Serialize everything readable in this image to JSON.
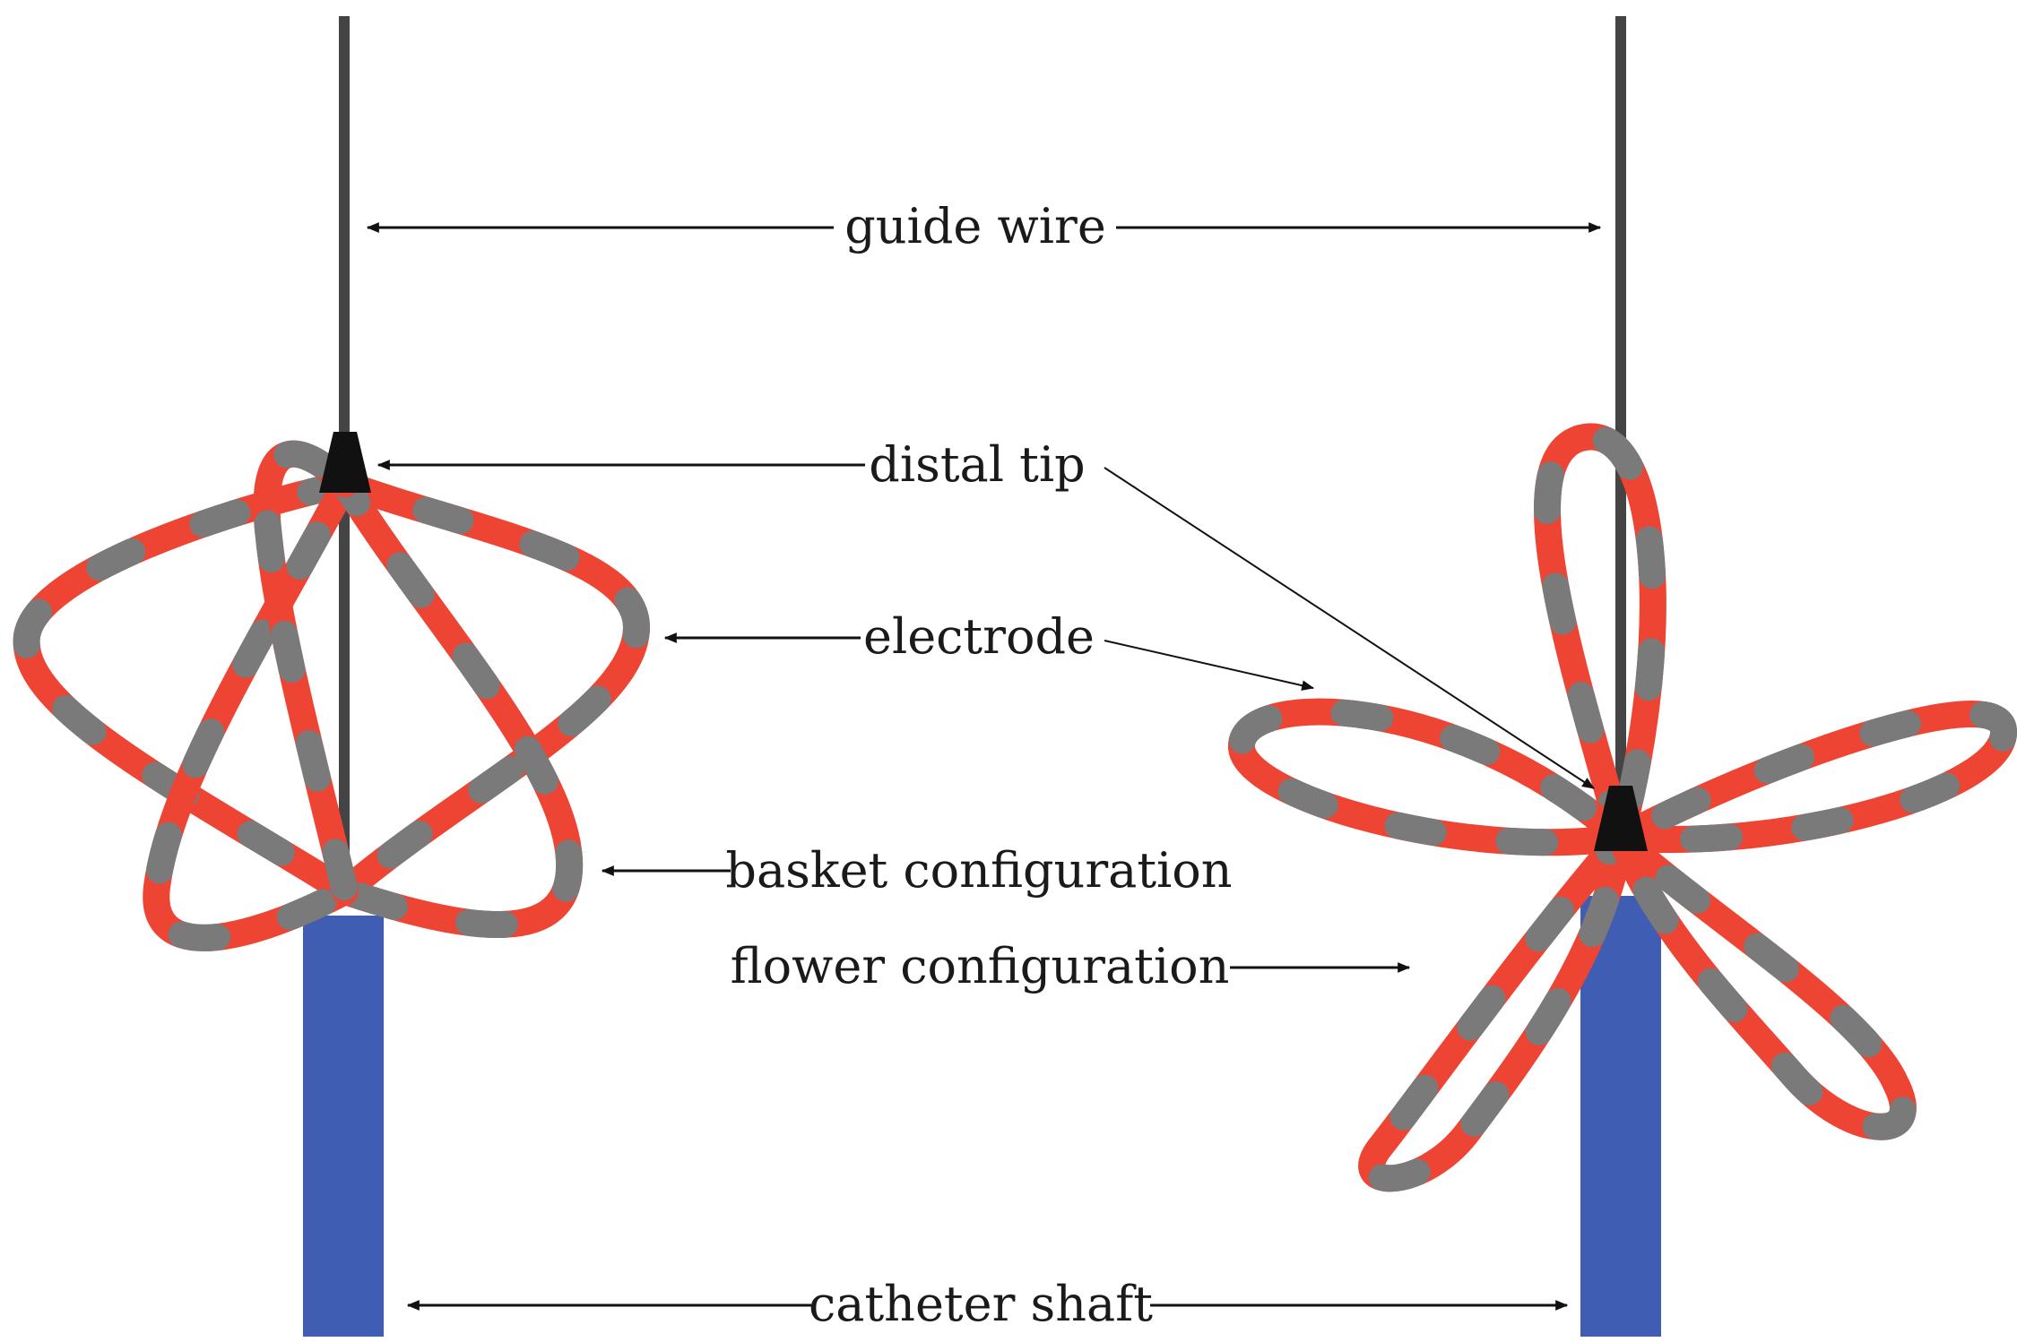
{
  "labels": {
    "guide_wire": "guide wire",
    "distal_tip": "distal tip",
    "electrode": "electrode",
    "basket_configuration": "basket configuration",
    "flower_configuration": "flower configuration",
    "catheter_shaft": "catheter shaft"
  },
  "colors": {
    "electrode_red": "#ee4433",
    "electrode_gray": "#7a7a7a",
    "shaft_blue": "#3f5db3",
    "guide_wire": "#444444",
    "tip": "#111111"
  }
}
